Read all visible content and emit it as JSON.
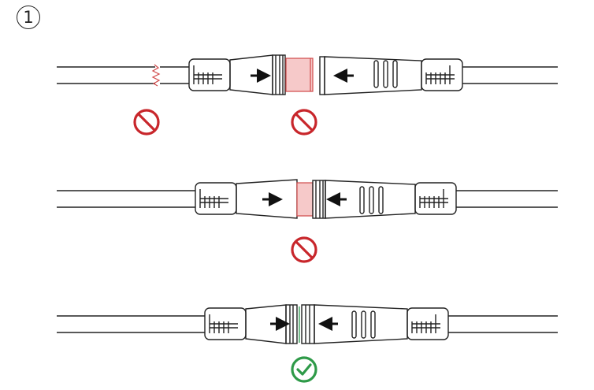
{
  "step": {
    "number": "1"
  },
  "rows": [
    {
      "state": "separated",
      "cable_cut": true,
      "problem_region": "seal-ring-exposed",
      "status_icons": [
        "prohibited-icon",
        "prohibited-icon"
      ]
    },
    {
      "state": "partially-connected",
      "cable_cut": false,
      "problem_region": "seal-ring-partially-exposed",
      "status_icons": [
        "prohibited-icon"
      ]
    },
    {
      "state": "fully-connected",
      "cable_cut": false,
      "problem_region": "",
      "status_icons": [
        "check-icon"
      ]
    }
  ],
  "colors": {
    "outline": "#222222",
    "highlight_fill": "#f6c9c9",
    "highlight_stroke": "#d04a4a",
    "prohibited": "#c8262b",
    "ok": "#2e9a48",
    "seal_line": "#3aa15a"
  }
}
